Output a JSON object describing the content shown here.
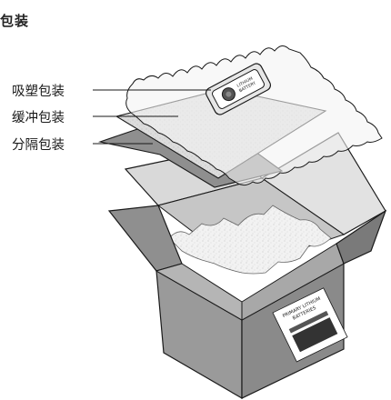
{
  "title": "包装",
  "labels": {
    "blister": "吸塑包装",
    "cushion": "缓冲包装",
    "divider": "分隔包装"
  },
  "battery_label": {
    "line1": "LITHIUM",
    "line2": "BATTERY"
  },
  "box_label": {
    "line1": "PRIMARY LITHIUM",
    "line2": "BATTERIES"
  },
  "colors": {
    "box_front": "#9a9a9a",
    "box_side": "#7e7e7e",
    "box_inside": "#c9c9c9",
    "foam": "#eeeeee",
    "cushion_sheet": "#dcdcdc",
    "divider_sheet": "#8f8f8f",
    "outline": "#1a1a1a"
  }
}
